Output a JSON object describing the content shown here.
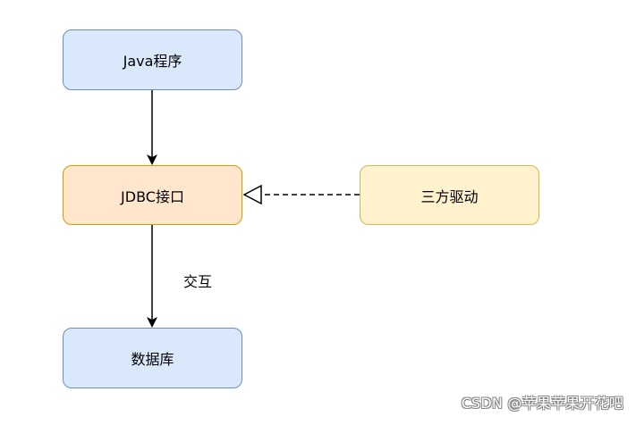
{
  "diagram": {
    "nodes": {
      "java": "Java程序",
      "jdbc": "JDBC接口",
      "driver": "三方驱动",
      "database": "数据库"
    },
    "edge_labels": {
      "interaction": "交互"
    }
  },
  "watermark": "CSDN @苹果苹果开花吧",
  "colors": {
    "blue_fill": "#dae8fc",
    "blue_stroke": "#6c8ebf",
    "orange_fill": "#ffe6cc",
    "orange_stroke": "#d79b00",
    "yellow_fill": "#fff2cc",
    "yellow_stroke": "#d6b656",
    "edge": "#000000"
  }
}
